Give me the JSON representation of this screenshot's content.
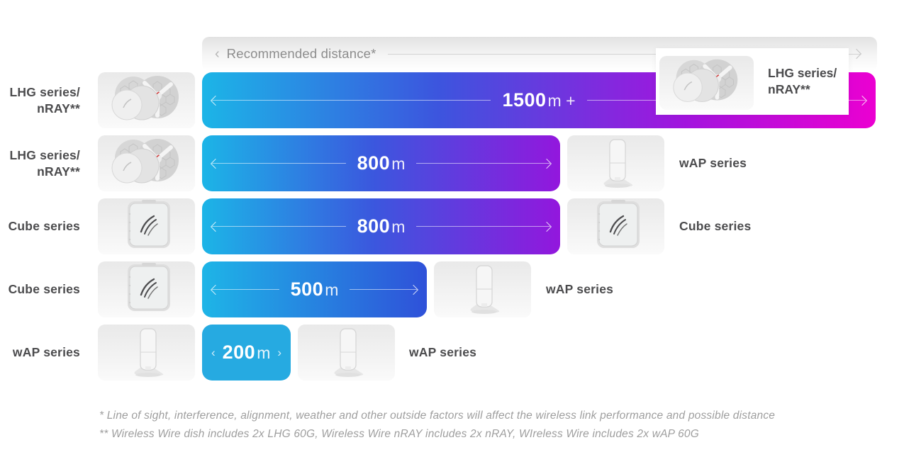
{
  "header": {
    "chevron": "‹",
    "label": "Recommended distance*"
  },
  "rows": [
    {
      "left_label_line1": "LHG series/",
      "left_label_line2": "nRAY**",
      "left_device": "lhg-dish-icon",
      "value": "1500",
      "unit": "m +",
      "right_label_line1": "LHG series/",
      "right_label_line2": "nRAY**",
      "right_device": "lhg-dish-icon"
    },
    {
      "left_label_line1": "LHG series/",
      "left_label_line2": "nRAY**",
      "left_device": "lhg-dish-icon",
      "value": "800",
      "unit": "m",
      "right_label_line1": "wAP series",
      "right_device": "wap-icon"
    },
    {
      "left_label_line1": "Cube series",
      "left_device": "cube-icon",
      "value": "800",
      "unit": "m",
      "right_label_line1": "Cube series",
      "right_device": "cube-icon"
    },
    {
      "left_label_line1": "Cube series",
      "left_device": "cube-icon",
      "value": "500",
      "unit": "m",
      "right_label_line1": "wAP series",
      "right_device": "wap-icon"
    },
    {
      "left_label_line1": "wAP series",
      "left_device": "wap-icon",
      "value": "200",
      "unit": "m",
      "chevron_left": "‹",
      "chevron_right": "›",
      "right_label_line1": "wAP series",
      "right_device": "wap-icon"
    }
  ],
  "footnotes": [
    "* Line of sight, interference, alignment, weather and other outside factors will affect the wireless link performance and possible distance",
    "** Wireless Wire dish includes 2x LHG 60G, Wireless Wire nRAY includes 2x nRAY, WIreless Wire includes 2x wAP 60G"
  ],
  "chart_data": {
    "type": "bar",
    "orientation": "horizontal",
    "title": "Recommended distance*",
    "unit": "m",
    "categories": [
      "LHG series/nRAY — LHG series/nRAY",
      "LHG series/nRAY — wAP series",
      "Cube series — Cube series",
      "Cube series — wAP series",
      "wAP series — wAP series"
    ],
    "values": [
      1500,
      800,
      800,
      500,
      200
    ],
    "value_labels": [
      "1500m +",
      "800m",
      "800m",
      "500m",
      "200m"
    ]
  },
  "colors": {
    "bar_cyan": "#1cb5e7",
    "bar_blue": "#3b55de",
    "bar_purple": "#9317dd",
    "bar_magenta": "#eb00d1",
    "bar_solid_cyan": "#26aae1",
    "label_text": "#4b4b4d",
    "header_text": "#8d8d8d",
    "footnote_text": "#9e9e9e"
  }
}
